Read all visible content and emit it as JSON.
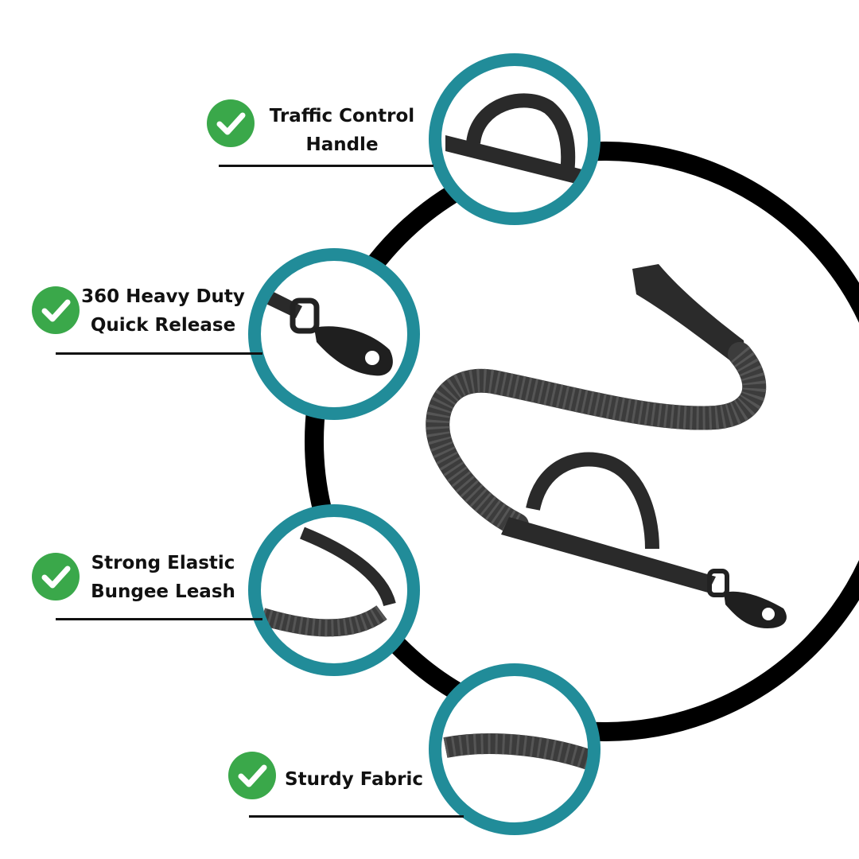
{
  "features": [
    {
      "id": "traffic-control-handle",
      "line1": "Traffic Control",
      "line2": "Handle"
    },
    {
      "id": "quick-release",
      "line1": "360 Heavy Duty",
      "line2": "Quick Release"
    },
    {
      "id": "bungee-leash",
      "line1": "Strong Elastic",
      "line2": "Bungee Leash"
    },
    {
      "id": "sturdy-fabric",
      "line1": "Sturdy Fabric",
      "line2": ""
    }
  ],
  "colors": {
    "ring": "#218c99",
    "check": "#3aa84a",
    "big_circle": "#000000",
    "leash": "#3a3a3a",
    "text": "#111111"
  },
  "icons": [
    "check-icon",
    "leash-handle-icon",
    "snap-hook-icon",
    "bungee-icon",
    "fabric-icon"
  ]
}
